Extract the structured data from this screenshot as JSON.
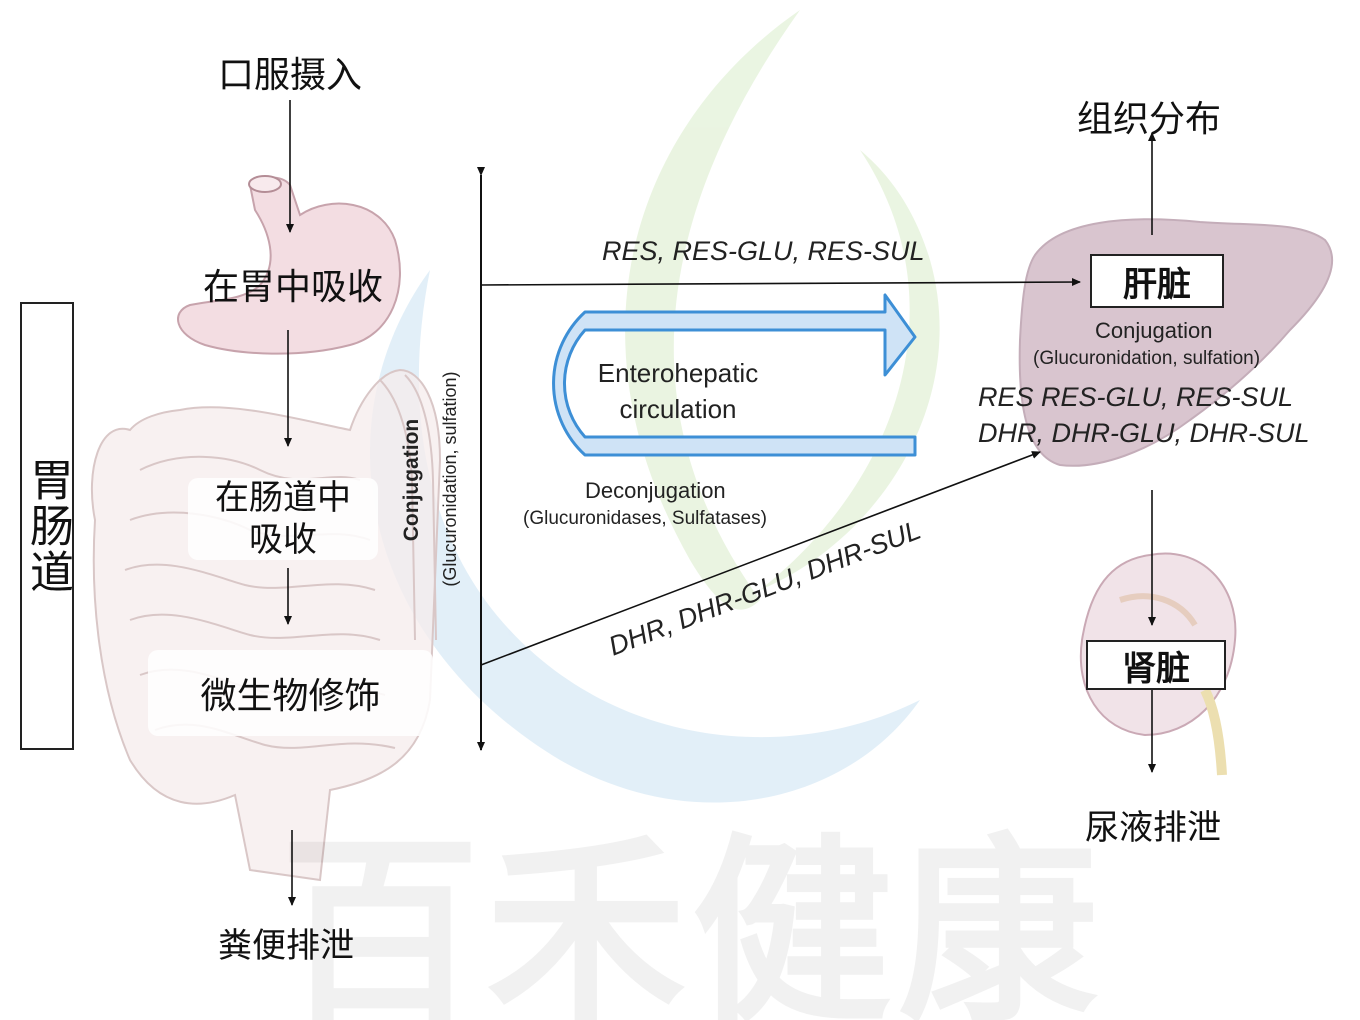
{
  "sidebar": {
    "gi_tract": "胃肠道"
  },
  "gut": {
    "oral_intake": "口服摄入",
    "stomach_absorption": "在胃中吸收",
    "intestine_absorption_line1": "在肠道中",
    "intestine_absorption_line2": "吸收",
    "microbial_modification": "微生物修饰",
    "fecal_excretion": "粪便排泄"
  },
  "gut_conjugation": {
    "title": "Conjugation",
    "subtitle": "(Glucuronidation, sulfation)"
  },
  "flows": {
    "to_liver_top": "RES, RES-GLU, RES-SUL",
    "to_liver_bottom": "DHR, DHR-GLU, DHR-SUL",
    "cycle_line1": "Enterohepatic",
    "cycle_line2": "circulation",
    "deconjugation_title": "Deconjugation",
    "deconjugation_subtitle": "(Glucuronidases, Sulfatases)"
  },
  "liver": {
    "label": "肝脏",
    "conjugation_title": "Conjugation",
    "conjugation_subtitle": "(Glucuronidation, sulfation)",
    "metabolites_line1": "RES RES-GLU, RES-SUL",
    "metabolites_line2": "DHR, DHR-GLU, DHR-SUL",
    "tissue_distribution": "组织分布"
  },
  "kidney": {
    "label": "肾脏",
    "urinary_excretion": "尿液排泄"
  },
  "watermark": {
    "text": "百禾健康"
  },
  "colors": {
    "cycle_arrow_fill": "#cfe3f6",
    "cycle_arrow_stroke": "#3d8fd6",
    "liver_fill": "#d9c5cf",
    "stomach_fill": "#f3dde2",
    "intestine_fill": "#f6ecec",
    "kidney_fill": "#f1e3e8",
    "logo_green": "#7fc24a",
    "logo_blue": "#4a9ad6"
  }
}
